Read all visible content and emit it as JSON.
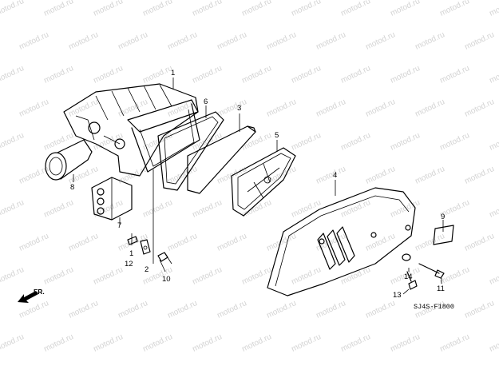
{
  "watermark": "motod.ru",
  "parts": [
    {
      "number": "1"
    },
    {
      "number": "2"
    },
    {
      "number": "3"
    },
    {
      "number": "4"
    },
    {
      "number": "5"
    },
    {
      "number": "6"
    },
    {
      "number": "7"
    },
    {
      "number": "8"
    },
    {
      "number": "9"
    },
    {
      "number": "10"
    },
    {
      "number": "11"
    },
    {
      "number": "12"
    },
    {
      "number": "13"
    },
    {
      "number": "14"
    }
  ],
  "direction_label": "FR.",
  "diagram_code": "SJ4S-F1800"
}
